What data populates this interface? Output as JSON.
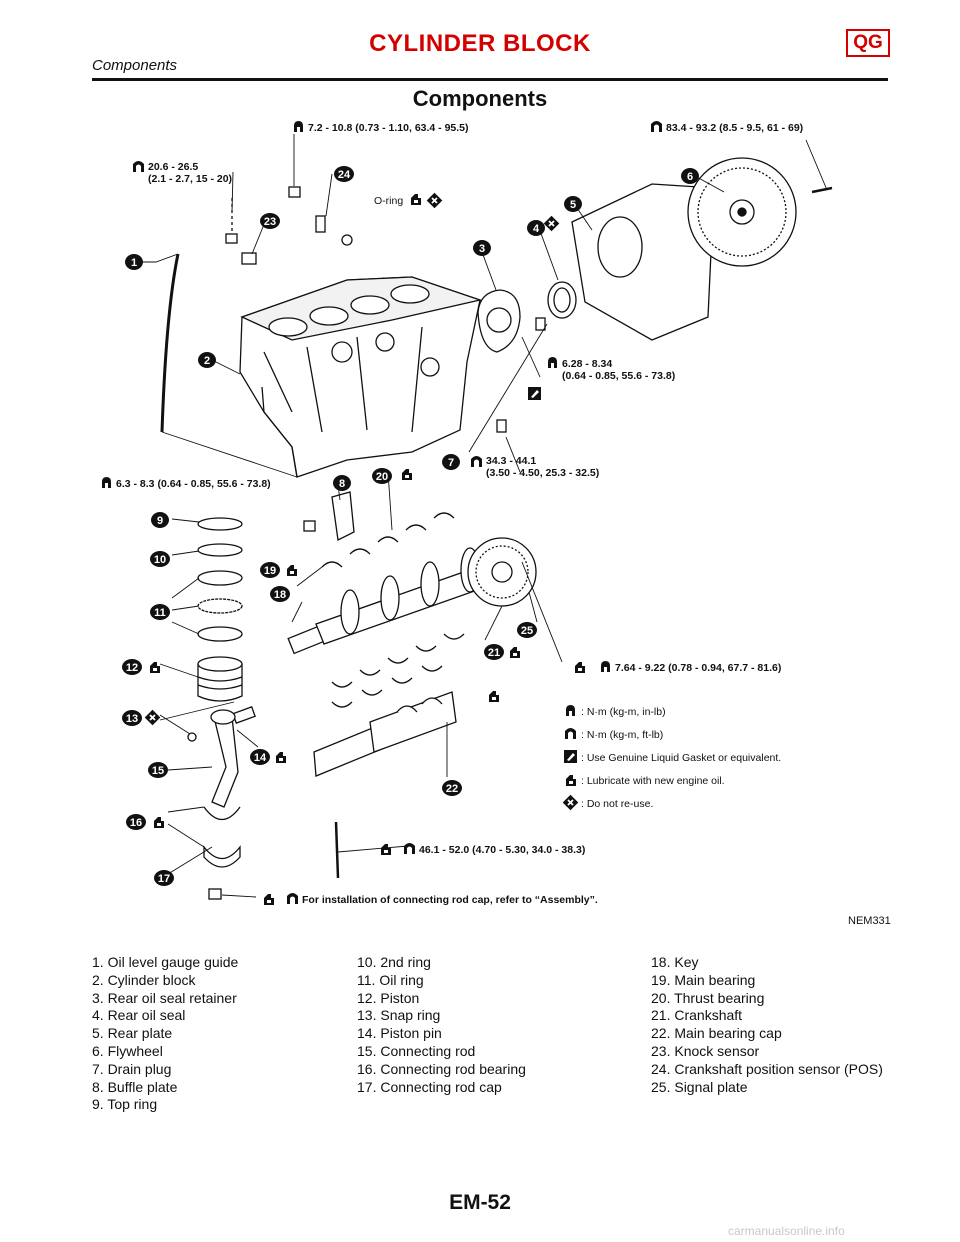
{
  "header": {
    "title": "CYLINDER BLOCK",
    "badge": "QG",
    "subtitle": "Components"
  },
  "section_title": "Components",
  "diagram": {
    "figure_id": "NEM331",
    "torque_specs": {
      "top_center": "7.2 - 10.8 (0.73 - 1.10, 63.4 - 95.5)",
      "top_right": "83.4 - 93.2 (8.5 - 9.5, 61 - 69)",
      "knock_sensor_l1": "20.6 - 26.5",
      "knock_sensor_l2": "(2.1 - 2.7, 15 - 20)",
      "oring": "O-ring",
      "retainer_l1": "6.28 - 8.34",
      "retainer_l2": "(0.64 - 0.85, 55.6 - 73.8)",
      "drain_l1": "34.3 - 44.1",
      "drain_l2": "(3.50 - 4.50, 25.3 - 32.5)",
      "baffle": "6.3 - 8.3 (0.64 - 0.85, 55.6 - 73.8)",
      "signal_plate": "7.64 - 9.22 (0.78 - 0.94, 67.7 - 81.6)",
      "main_cap_bolt": "46.1 - 52.0 (4.70 - 5.30, 34.0 - 38.3)",
      "con_rod_note": "For installation of connecting rod cap, refer to “Assembly”."
    },
    "callouts": [
      "1",
      "2",
      "3",
      "4",
      "5",
      "6",
      "7",
      "8",
      "9",
      "10",
      "11",
      "12",
      "13",
      "14",
      "15",
      "16",
      "17",
      "18",
      "19",
      "20",
      "21",
      "22",
      "23",
      "24",
      "25"
    ],
    "legend": [
      {
        "icon": "torque-nm-kgm-inlb-icon",
        "text": ": N·m (kg-m, in-lb)"
      },
      {
        "icon": "torque-nm-kgm-ftlb-icon",
        "text": ": N·m (kg-m, ft-lb)"
      },
      {
        "icon": "liquid-gasket-icon",
        "text": ": Use Genuine Liquid Gasket or equivalent."
      },
      {
        "icon": "oil-can-icon",
        "text": ": Lubricate with new engine oil."
      },
      {
        "icon": "do-not-reuse-icon",
        "text": ": Do not re-use."
      }
    ]
  },
  "parts": {
    "col1": [
      "1. Oil level gauge guide",
      "2. Cylinder block",
      "3. Rear oil seal retainer",
      "4. Rear oil seal",
      "5. Rear plate",
      "6. Flywheel",
      "7. Drain plug",
      "8. Buffle plate",
      "9. Top ring"
    ],
    "col2": [
      "10. 2nd ring",
      "11. Oil ring",
      "12. Piston",
      "13. Snap ring",
      "14. Piston pin",
      "15. Connecting rod",
      "16. Connecting rod bearing",
      "17. Connecting rod cap"
    ],
    "col3": [
      "18. Key",
      "19. Main bearing",
      "20. Thrust bearing",
      "21. Crankshaft",
      "22. Main bearing cap",
      "23. Knock sensor",
      "24. Crankshaft position sensor (POS)",
      "25. Signal plate"
    ]
  },
  "footer": {
    "page_number": "EM-52",
    "watermark": "carmanualsonline.info"
  }
}
